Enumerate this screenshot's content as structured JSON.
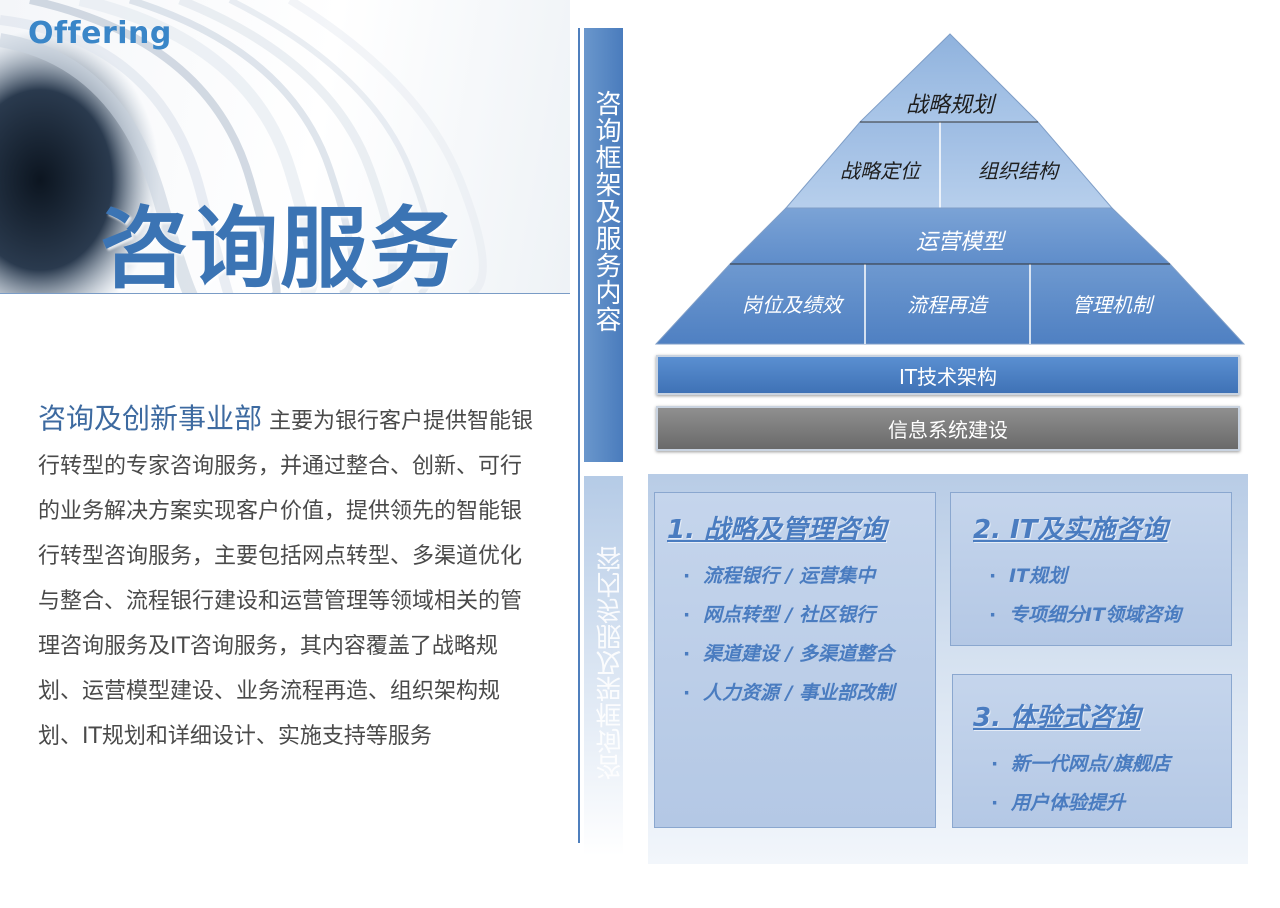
{
  "header": {
    "label": "Offering",
    "title": "咨询服务"
  },
  "description": {
    "lead": "咨询及创新事业部",
    "body": " 主要为银行客户提供智能银行转型的专家咨询服务，并通过整合、创新、可行的业务解决方案实现客户价值，提供领先的智能银行转型咨询服务，主要包括网点转型、多渠道优化与整合、流程银行建设和运营管理等领域相关的管理咨询服务及IT咨询服务，其内容覆盖了战略规划、运营模型建设、业务流程再造、组织架构规划、IT规划和详细设计、实施支持等服务"
  },
  "side_label": "咨询框架及服务内容",
  "pyramid": {
    "top": "战略规划",
    "level2": [
      "战略定位",
      "组织结构"
    ],
    "level3": "运营模型",
    "level4": [
      "岗位及绩效",
      "流程再造",
      "管理机制"
    ],
    "it_bar": "IT技术架构",
    "info_bar": "信息系统建设"
  },
  "cards": [
    {
      "title": "1.  战略及管理咨询",
      "items": [
        "流程银行 / 运营集中",
        "网点转型 / 社区银行",
        "渠道建设 / 多渠道整合",
        "人力资源 / 事业部改制"
      ]
    },
    {
      "title": "2.  IT及实施咨询",
      "items": [
        "IT规划",
        "专项细分IT领域咨询"
      ]
    },
    {
      "title": "3.  体验式咨询",
      "items": [
        "新一代网点/旗舰店",
        "用户体验提升"
      ]
    }
  ],
  "colors": {
    "accent": "#3b74b4",
    "bar_blue": "#4a7cbd",
    "card_text": "#4a7cc0",
    "info_bar": "#7a7a7a"
  }
}
